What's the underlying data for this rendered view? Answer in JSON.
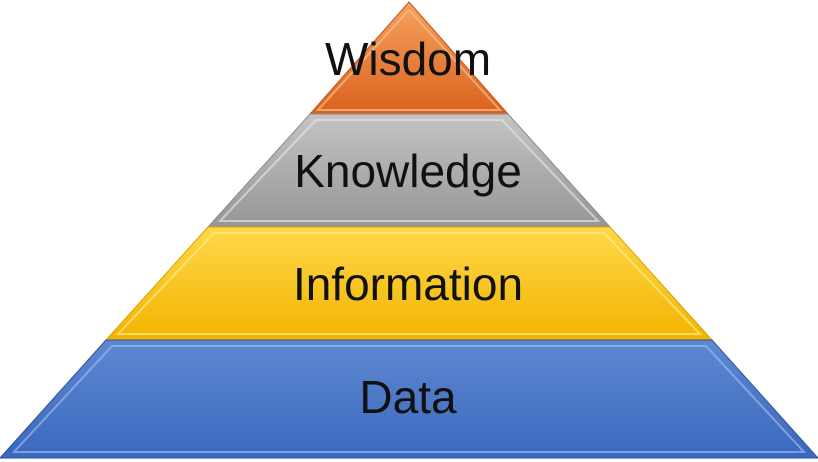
{
  "pyramid": {
    "tiers": [
      {
        "label": "Wisdom",
        "name": "tier-wisdom",
        "color": "#EF7A2A",
        "light": "#F6A25E",
        "dark": "#C9581A"
      },
      {
        "label": "Knowledge",
        "name": "tier-knowledge",
        "color": "#A5A5A5",
        "light": "#C8C8C8",
        "dark": "#8A8A8A"
      },
      {
        "label": "Information",
        "name": "tier-information",
        "color": "#FFC000",
        "light": "#FFD84A",
        "dark": "#E0A800"
      },
      {
        "label": "Data",
        "name": "tier-data",
        "color": "#4472C4",
        "light": "#6E95D8",
        "dark": "#3460B0"
      }
    ]
  }
}
